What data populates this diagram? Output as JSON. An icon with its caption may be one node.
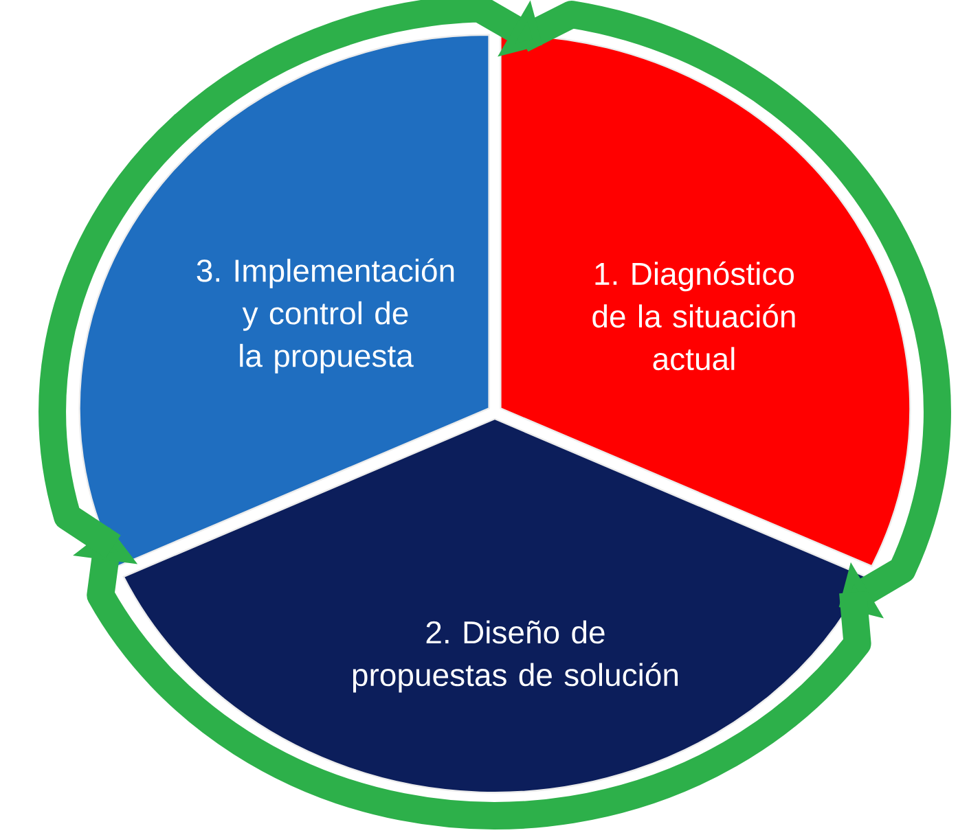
{
  "diagram": {
    "nodes": [
      {
        "text": [
          "1. Diagnóstico de la situación actual"
        ]
      },
      {
        "text": [
          "2. Diseño de propuestas de solución"
        ]
      },
      {
        "text": [
          "3. Implementación y control de la propuesta"
        ]
      }
    ],
    "edges": [
      {
        "from": 0,
        "to": 1,
        "arrow": "to"
      },
      {
        "from": 1,
        "to": 2,
        "arrow": "to"
      },
      {
        "from": 2,
        "to": 0,
        "arrow": "to"
      }
    ]
  }
}
